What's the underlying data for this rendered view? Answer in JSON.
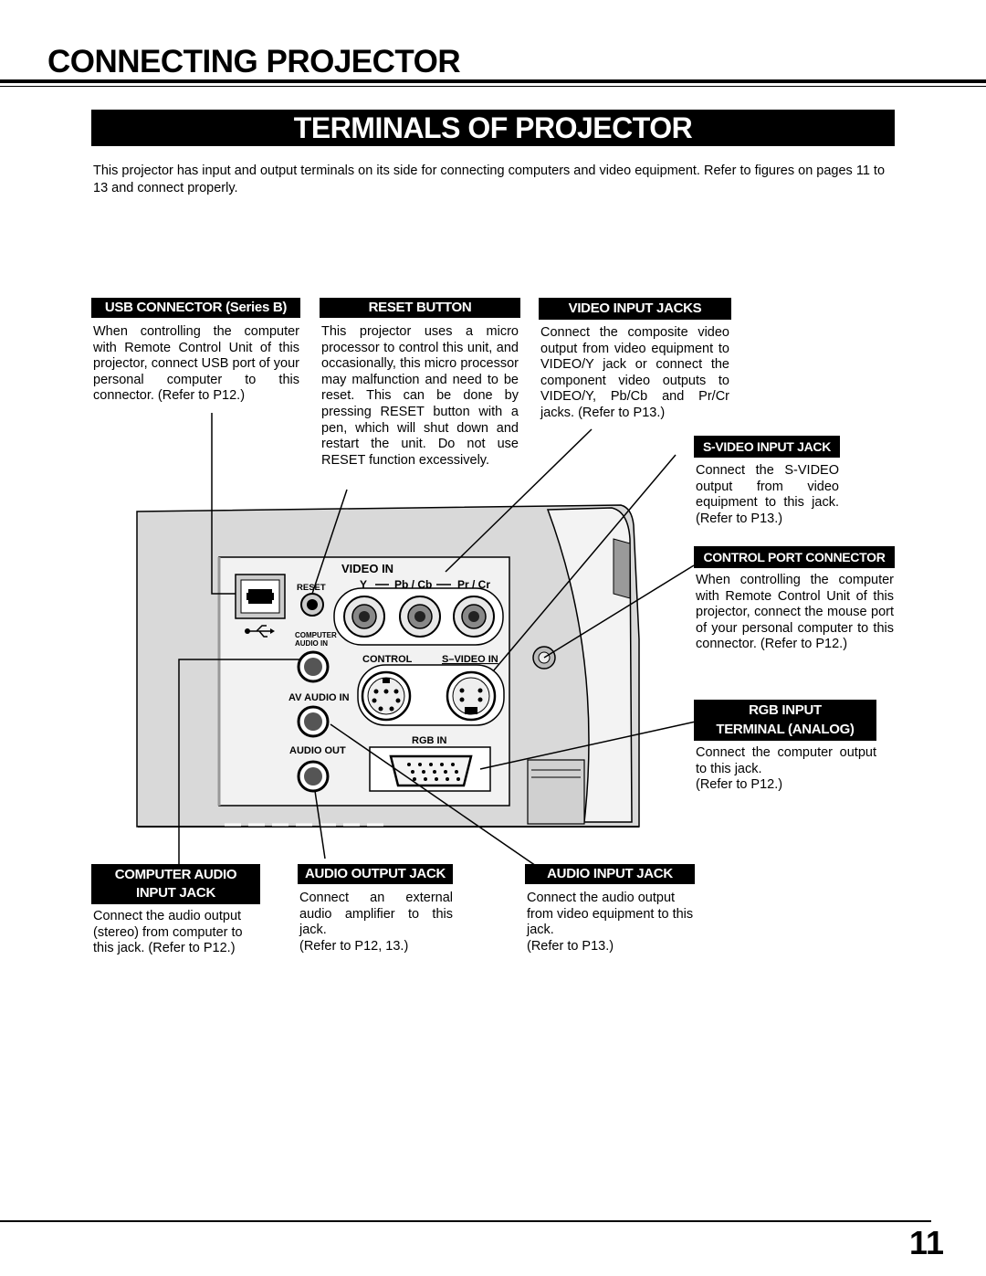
{
  "page": {
    "title": "CONNECTING PROJECTOR",
    "section_title": "TERMINALS OF PROJECTOR",
    "intro": "This projector has input and output terminals on its side for connecting computers and video equipment.  Refer to figures on pages 11 to 13 and connect properly.",
    "page_number": "11"
  },
  "callouts": {
    "usb": {
      "label": "USB CONNECTOR (Series B)",
      "text": "When controlling the computer with Remote Control Unit of this projector, connect USB port of your personal computer to this connector.  (Refer to P12.)"
    },
    "reset": {
      "label": "RESET BUTTON",
      "text": "This projector uses a micro processor to control this unit, and occasionally, this micro processor may malfunction and need to be reset.  This can be done by pressing RESET button with a pen, which will shut down and restart the unit.  Do not use RESET function excessively."
    },
    "video_input": {
      "label": "VIDEO INPUT JACKS",
      "text": "Connect the composite video output from video equipment to VIDEO/Y jack or connect the component video outputs to VIDEO/Y, Pb/Cb and Pr/Cr jacks.  (Refer to P13.)"
    },
    "s_video": {
      "label": "S-VIDEO INPUT JACK",
      "text": "Connect the S-VIDEO output from video equipment to this jack.  (Refer to P13.)"
    },
    "control_port": {
      "label": "CONTROL PORT CONNECTOR",
      "text": "When controlling the computer with Remote Control Unit of this projector, connect the mouse port of your personal computer to this connector. (Refer to P12.)"
    },
    "rgb_input": {
      "label_line1": "RGB INPUT",
      "label_line2": "TERMINAL (ANALOG)",
      "text": "Connect the computer output to this jack.",
      "ref": "(Refer to P12.)"
    },
    "computer_audio": {
      "label_line1": "COMPUTER AUDIO",
      "label_line2": "INPUT JACK",
      "text": "Connect the audio output (stereo) from computer to this jack.  (Refer to P12.)"
    },
    "audio_output": {
      "label": "AUDIO OUTPUT JACK",
      "text": "Connect an external audio amplifier to this jack.",
      "ref": "(Refer to P12, 13.)"
    },
    "audio_input": {
      "label": "AUDIO INPUT JACK",
      "text": "Connect the audio output from video equipment to this jack.",
      "ref": "(Refer to P13.)"
    }
  },
  "panel": {
    "video_in": "VIDEO IN",
    "reset": "RESET",
    "y": "Y",
    "pb_cb": "Pb / Cb",
    "pr_cr": "Pr / Cr",
    "computer_audio_in_1": "COMPUTER",
    "computer_audio_in_2": "AUDIO IN",
    "control": "CONTROL",
    "s_video_in": "S–VIDEO IN",
    "av_audio_in": "AV AUDIO IN",
    "rgb_in": "RGB IN",
    "audio_out": "AUDIO OUT"
  }
}
